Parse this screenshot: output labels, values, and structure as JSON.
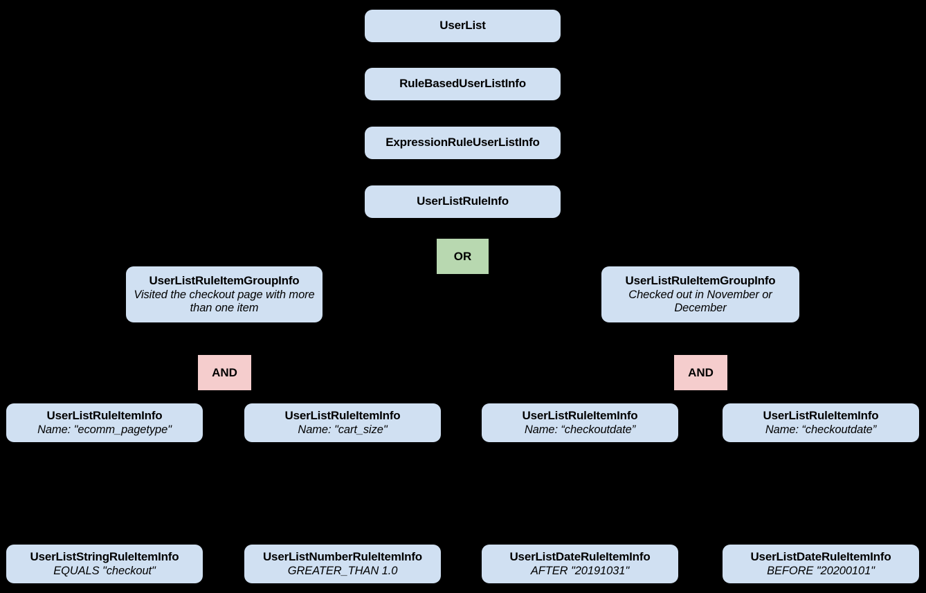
{
  "diagram": {
    "type": "hierarchy-tree",
    "background_color": "#000000",
    "entity_color": "#d0e0f2",
    "or_color": "#b8d8b0",
    "and_color": "#f5cdcd",
    "spine": [
      {
        "title": "UserList"
      },
      {
        "title": "RuleBasedUserListInfo"
      },
      {
        "title": "ExpressionRuleUserListInfo"
      },
      {
        "title": "UserListRuleInfo"
      }
    ],
    "or_operator": {
      "label": "OR"
    },
    "groups": [
      {
        "title": "UserListRuleItemGroupInfo",
        "detail": "Visited the checkout page with more than one item",
        "operator": {
          "label": "AND"
        }
      },
      {
        "title": "UserListRuleItemGroupInfo",
        "detail": "Checked out in November or December",
        "operator": {
          "label": "AND"
        }
      }
    ],
    "rule_items": [
      {
        "title": "UserListRuleItemInfo",
        "detail": "Name: \"ecomm_pagetype\""
      },
      {
        "title": "UserListRuleItemInfo",
        "detail": "Name: \"cart_size\""
      },
      {
        "title": "UserListRuleItemInfo",
        "detail": "Name: “checkoutdate”"
      },
      {
        "title": "UserListRuleItemInfo",
        "detail": "Name: “checkoutdate”"
      }
    ],
    "typed_rule_items": [
      {
        "title": "UserListStringRuleItemInfo",
        "detail": "EQUALS \"checkout\""
      },
      {
        "title": "UserListNumberRuleItemInfo",
        "detail": "GREATER_THAN 1.0"
      },
      {
        "title": "UserListDateRuleItemInfo",
        "detail": "AFTER \"20191031\""
      },
      {
        "title": "UserListDateRuleItemInfo",
        "detail": "BEFORE \"20200101\""
      }
    ]
  }
}
